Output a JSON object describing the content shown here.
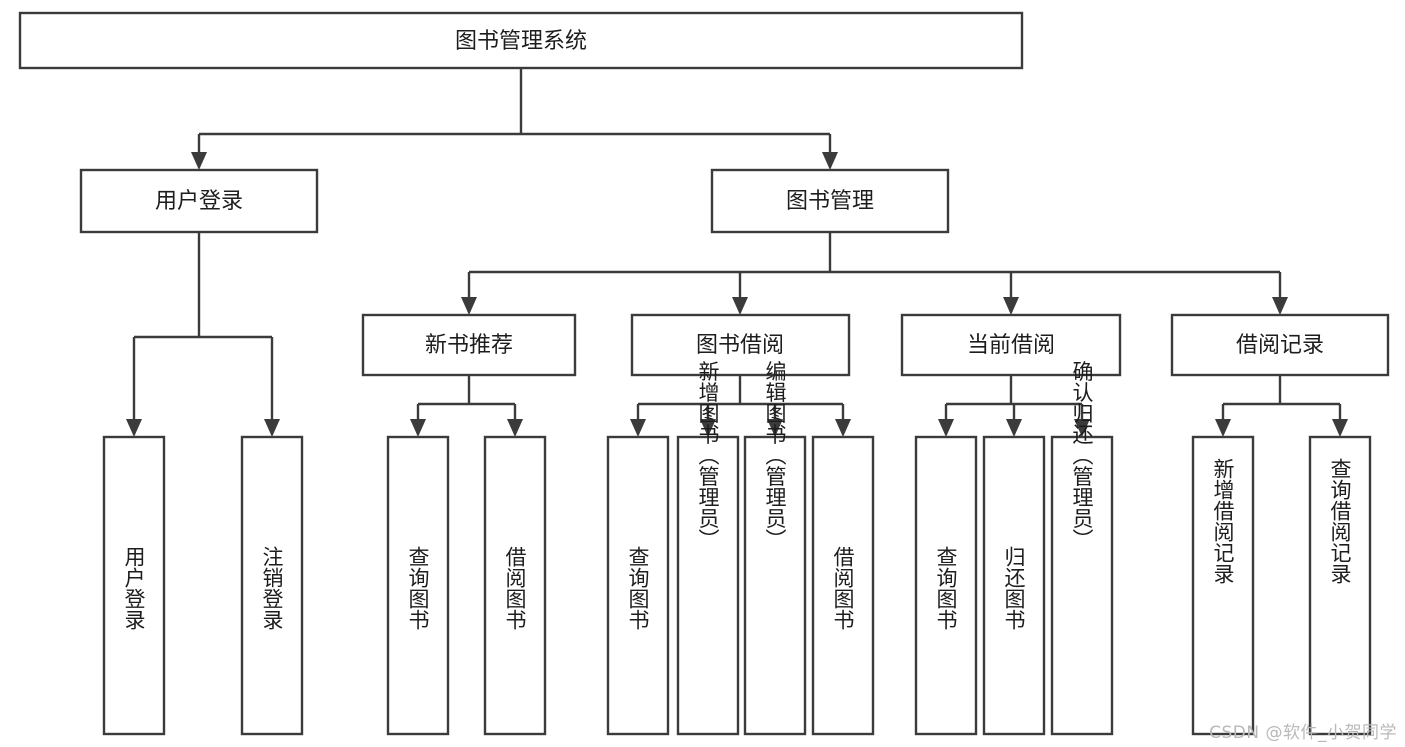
{
  "diagram": {
    "title": "图书管理系统",
    "type": "tree-hierarchy-diagram",
    "watermark": "CSDN @软件_小贺同学",
    "colors": {
      "stroke": "#3b3b3b",
      "fill": "#ffffff",
      "text": "#1d1d1d",
      "watermark": "#b9b9b9"
    },
    "root": {
      "label": "图书管理系统"
    },
    "level2": [
      {
        "label": "用户登录"
      },
      {
        "label": "图书管理"
      }
    ],
    "level3": [
      {
        "label": "新书推荐"
      },
      {
        "label": "图书借阅"
      },
      {
        "label": "当前借阅"
      },
      {
        "label": "借阅记录"
      }
    ],
    "leaves": {
      "user_login": [
        {
          "label": "用户登录"
        },
        {
          "label": "注销登录"
        }
      ],
      "new_book_recommend": [
        {
          "label": "查询图书"
        },
        {
          "label": "借阅图书"
        }
      ],
      "book_borrow": [
        {
          "label": "查询图书"
        },
        {
          "label": "新增图书（管理员）"
        },
        {
          "label": "编辑图书（管理员）"
        },
        {
          "label": "借阅图书"
        }
      ],
      "current_borrow": [
        {
          "label": "查询图书"
        },
        {
          "label": "归还图书"
        },
        {
          "label": "确认归还（管理员）"
        }
      ],
      "borrow_records": [
        {
          "label": "新增借阅记录"
        },
        {
          "label": "查询借阅记录"
        }
      ]
    }
  }
}
